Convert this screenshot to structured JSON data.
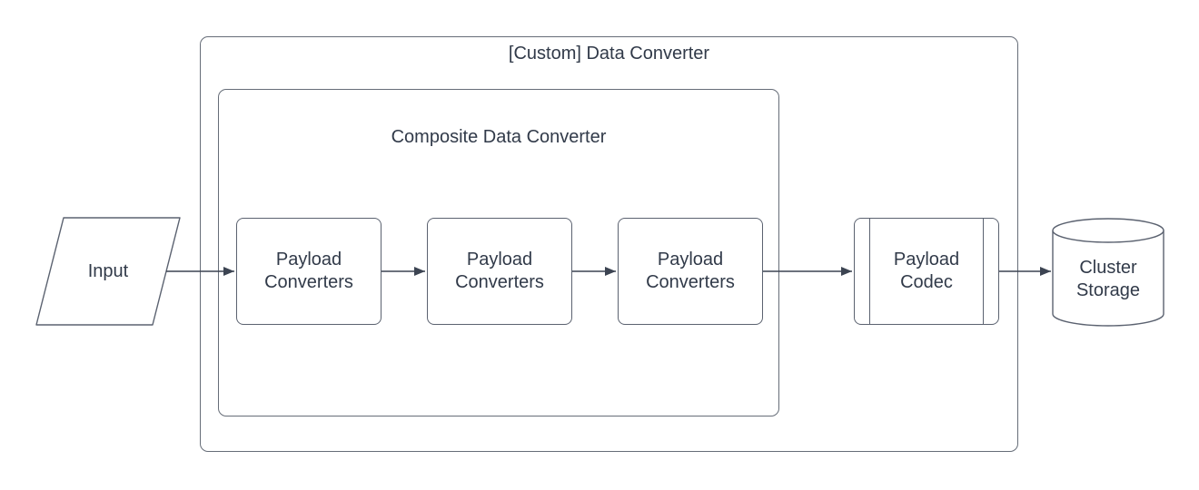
{
  "diagram": {
    "outer_group": {
      "label": "[Custom] Data Converter"
    },
    "inner_group": {
      "label": "Composite Data Converter"
    },
    "nodes": [
      {
        "id": "input",
        "label": "Input",
        "shape": "parallelogram"
      },
      {
        "id": "payload-converters-1",
        "label": "Payload Converters",
        "shape": "rounded-rect"
      },
      {
        "id": "payload-converters-2",
        "label": "Payload Converters",
        "shape": "rounded-rect"
      },
      {
        "id": "payload-converters-3",
        "label": "Payload Converters",
        "shape": "rounded-rect"
      },
      {
        "id": "payload-codec",
        "label": "Payload Codec",
        "shape": "predefined-process"
      },
      {
        "id": "cluster-storage",
        "label": "Cluster Storage",
        "shape": "cylinder"
      }
    ],
    "edges": [
      {
        "from": "input",
        "to": "payload-converters-1"
      },
      {
        "from": "payload-converters-1",
        "to": "payload-converters-2"
      },
      {
        "from": "payload-converters-2",
        "to": "payload-converters-3"
      },
      {
        "from": "payload-converters-3",
        "to": "payload-codec"
      },
      {
        "from": "payload-codec",
        "to": "cluster-storage"
      }
    ],
    "colors": {
      "background": "#ffffff",
      "shape_stroke": "#5b6270",
      "group_stroke": "#666d78",
      "connector": "#3c4452",
      "text": "#313a49"
    }
  }
}
